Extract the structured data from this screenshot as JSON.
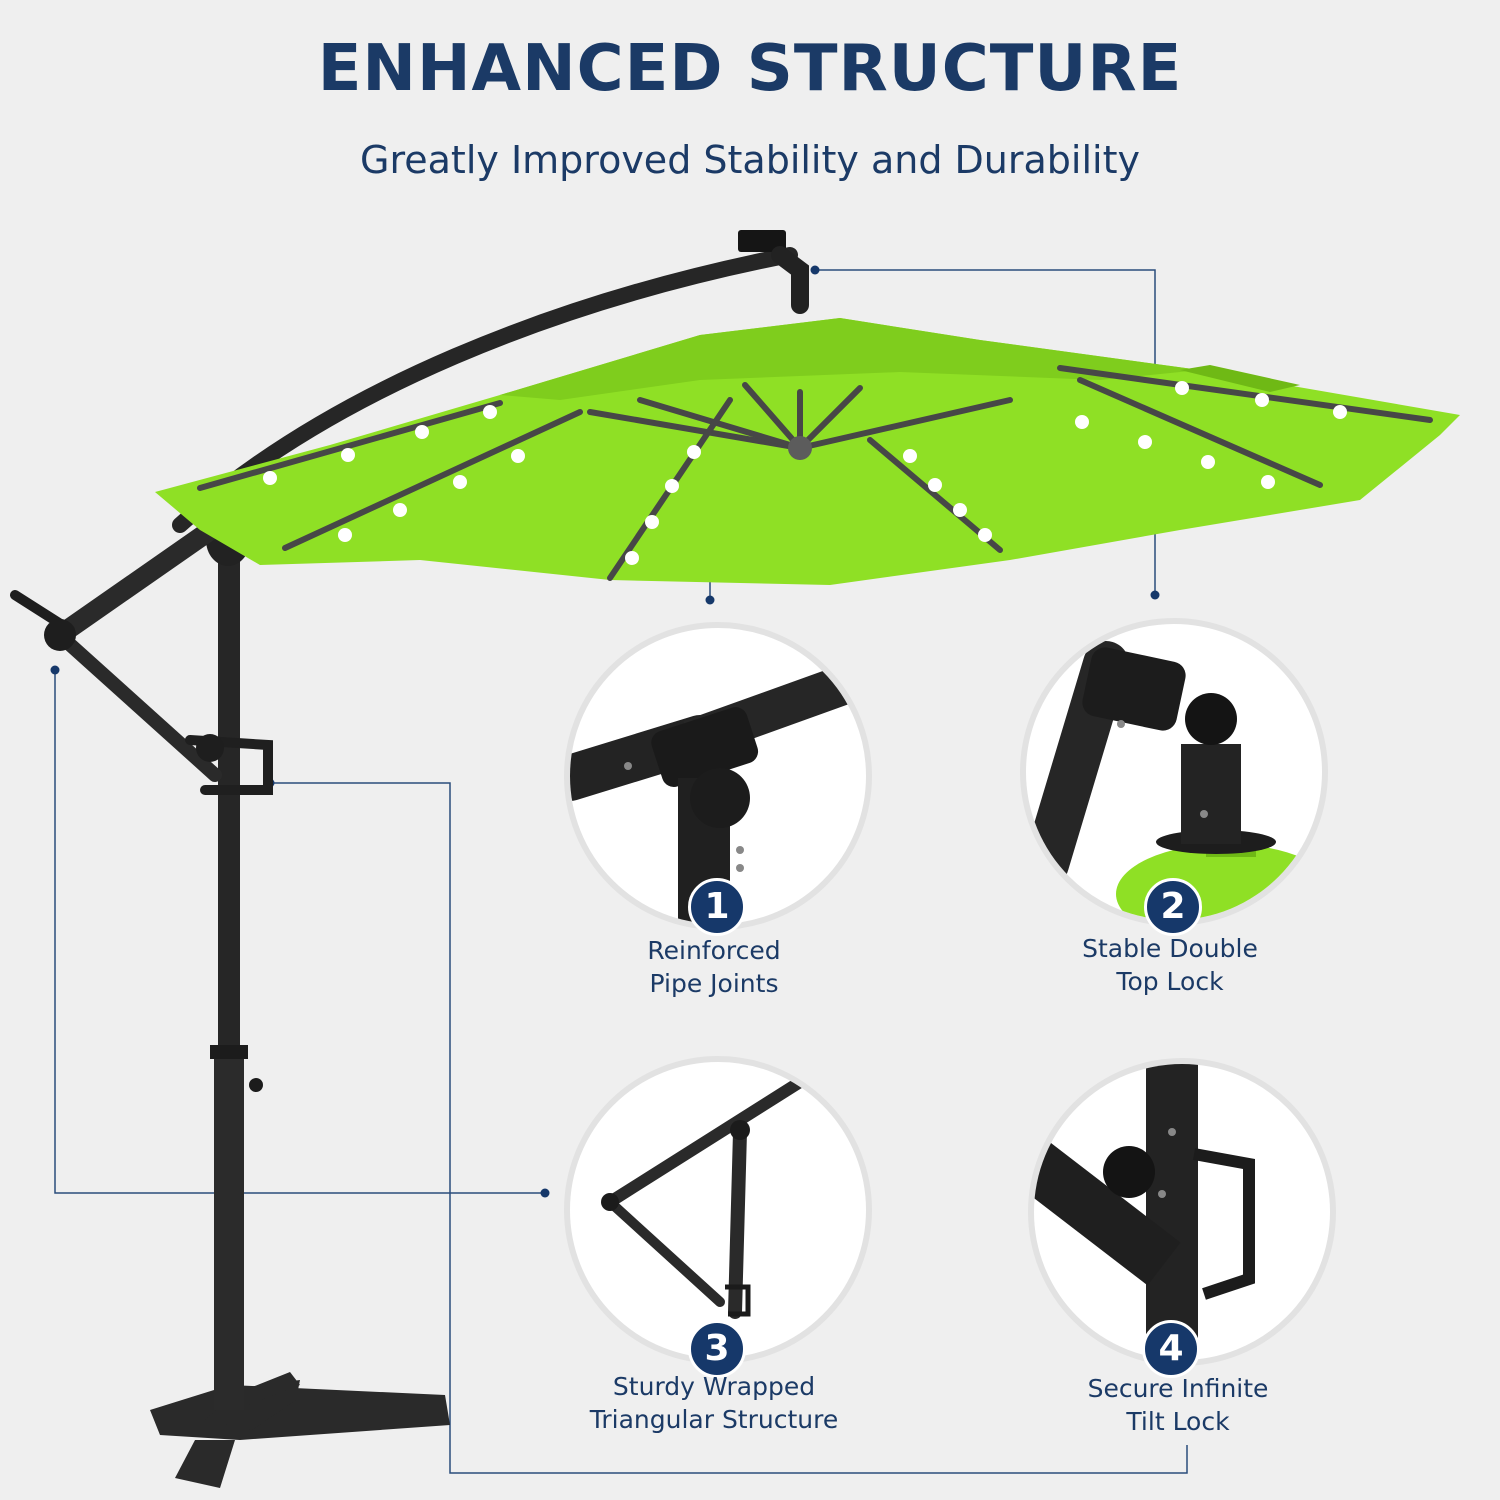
{
  "header": {
    "title": "ENHANCED STRUCTURE",
    "subtitle": "Greatly Improved Stability and Durability"
  },
  "features": [
    {
      "number": "1",
      "line1": "Reinforced",
      "line2": "Pipe Joints"
    },
    {
      "number": "2",
      "line1": "Stable Double",
      "line2": "Top Lock"
    },
    {
      "number": "3",
      "line1": "Sturdy Wrapped",
      "line2": "Triangular Structure"
    },
    {
      "number": "4",
      "line1": "Secure Infinite",
      "line2": "Tilt Lock"
    }
  ],
  "colors": {
    "background": "#efefef",
    "title": "#1b3a66",
    "accent": "#16386a",
    "canopy": "#8fe025",
    "frame": "#242424"
  }
}
